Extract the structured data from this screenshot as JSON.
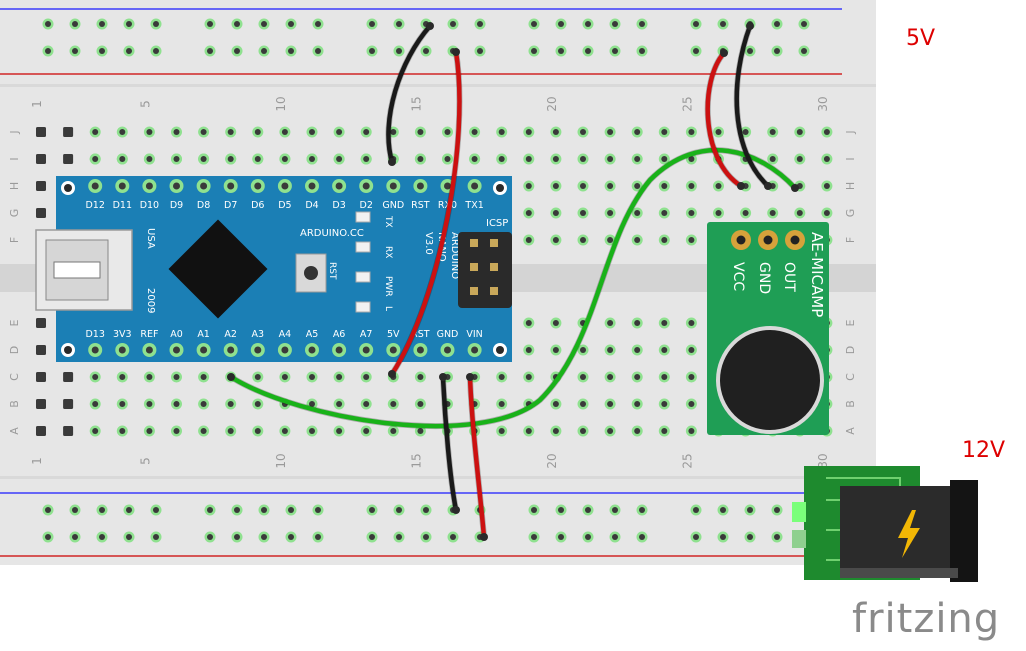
{
  "colors": {
    "breadboard": "#e6e6e6",
    "rail_red": "#cc0000",
    "rail_blue": "#1a1aff",
    "hole_ring": "#8fe18f",
    "arduino_blue": "#1b7fb5",
    "module_green": "#1f9e55",
    "wire_black": "#1a1a1a",
    "wire_red": "#cc1111",
    "wire_green": "#19b219",
    "label_red": "#dd0000",
    "brand_gray": "#8a8a8a"
  },
  "labels": {
    "volt5": "5V",
    "volt12": "12V",
    "brand": "fritzing"
  },
  "breadboard": {
    "column_numbers": [
      "1",
      "5",
      "10",
      "15",
      "20",
      "25",
      "30"
    ],
    "row_letters_top": [
      "J",
      "I",
      "H",
      "G",
      "F"
    ],
    "row_letters_bottom": [
      "E",
      "D",
      "C",
      "B",
      "A"
    ]
  },
  "arduino": {
    "name_lines": [
      "ARDUINO",
      "NANO",
      "V3.0"
    ],
    "site": "ARDUINO.CC",
    "usa": "USA",
    "year": "2009",
    "icsp": "ICSP",
    "rst_button": "RST",
    "top_pins": [
      "D12",
      "D11",
      "D10",
      "D9",
      "D8",
      "D7",
      "D6",
      "D5",
      "D4",
      "D3",
      "D2",
      "GND",
      "RST",
      "RX0",
      "TX1"
    ],
    "bottom_pins": [
      "D13",
      "3V3",
      "REF",
      "A0",
      "A1",
      "A2",
      "A3",
      "A4",
      "A5",
      "A6",
      "A7",
      "5V",
      "RST",
      "GND",
      "VIN"
    ],
    "leds": [
      "TX",
      "RX",
      "PWR",
      "L"
    ]
  },
  "mic_module": {
    "name": "AE-MICAMP",
    "pins": [
      "VCC",
      "GND",
      "OUT"
    ]
  },
  "icons": {
    "dc_jack": "lightning-bolt-icon"
  }
}
